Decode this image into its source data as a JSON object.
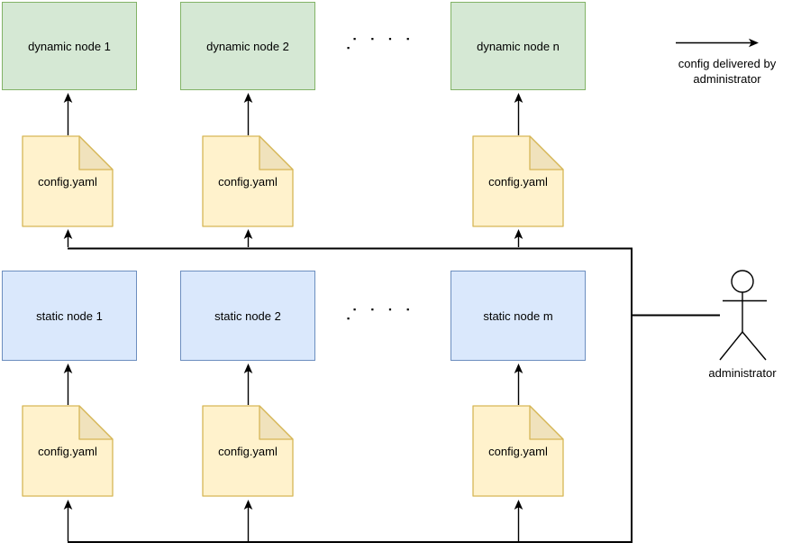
{
  "diagram": {
    "dynamic_nodes": [
      "dynamic node 1",
      "dynamic node 2",
      "dynamic node n"
    ],
    "static_nodes": [
      "static node 1",
      "static node 2",
      "static node m"
    ],
    "ellipsis": "▪ ▪ ▪ ▪ ▪",
    "config_label": "config.yaml",
    "actor": {
      "label": "administrator"
    },
    "legend": {
      "line1": "config delivered by",
      "line2": "administrator"
    },
    "colors": {
      "dynamic_node_fill": "#d5e8d4",
      "dynamic_node_border": "#82b366",
      "static_node_fill": "#dae8fc",
      "static_node_border": "#6c8ebf",
      "config_doc_fill": "#fff2cc",
      "config_doc_fold": "#f0e2bc",
      "config_doc_border": "#d6b656",
      "line_color": "#000000"
    }
  }
}
